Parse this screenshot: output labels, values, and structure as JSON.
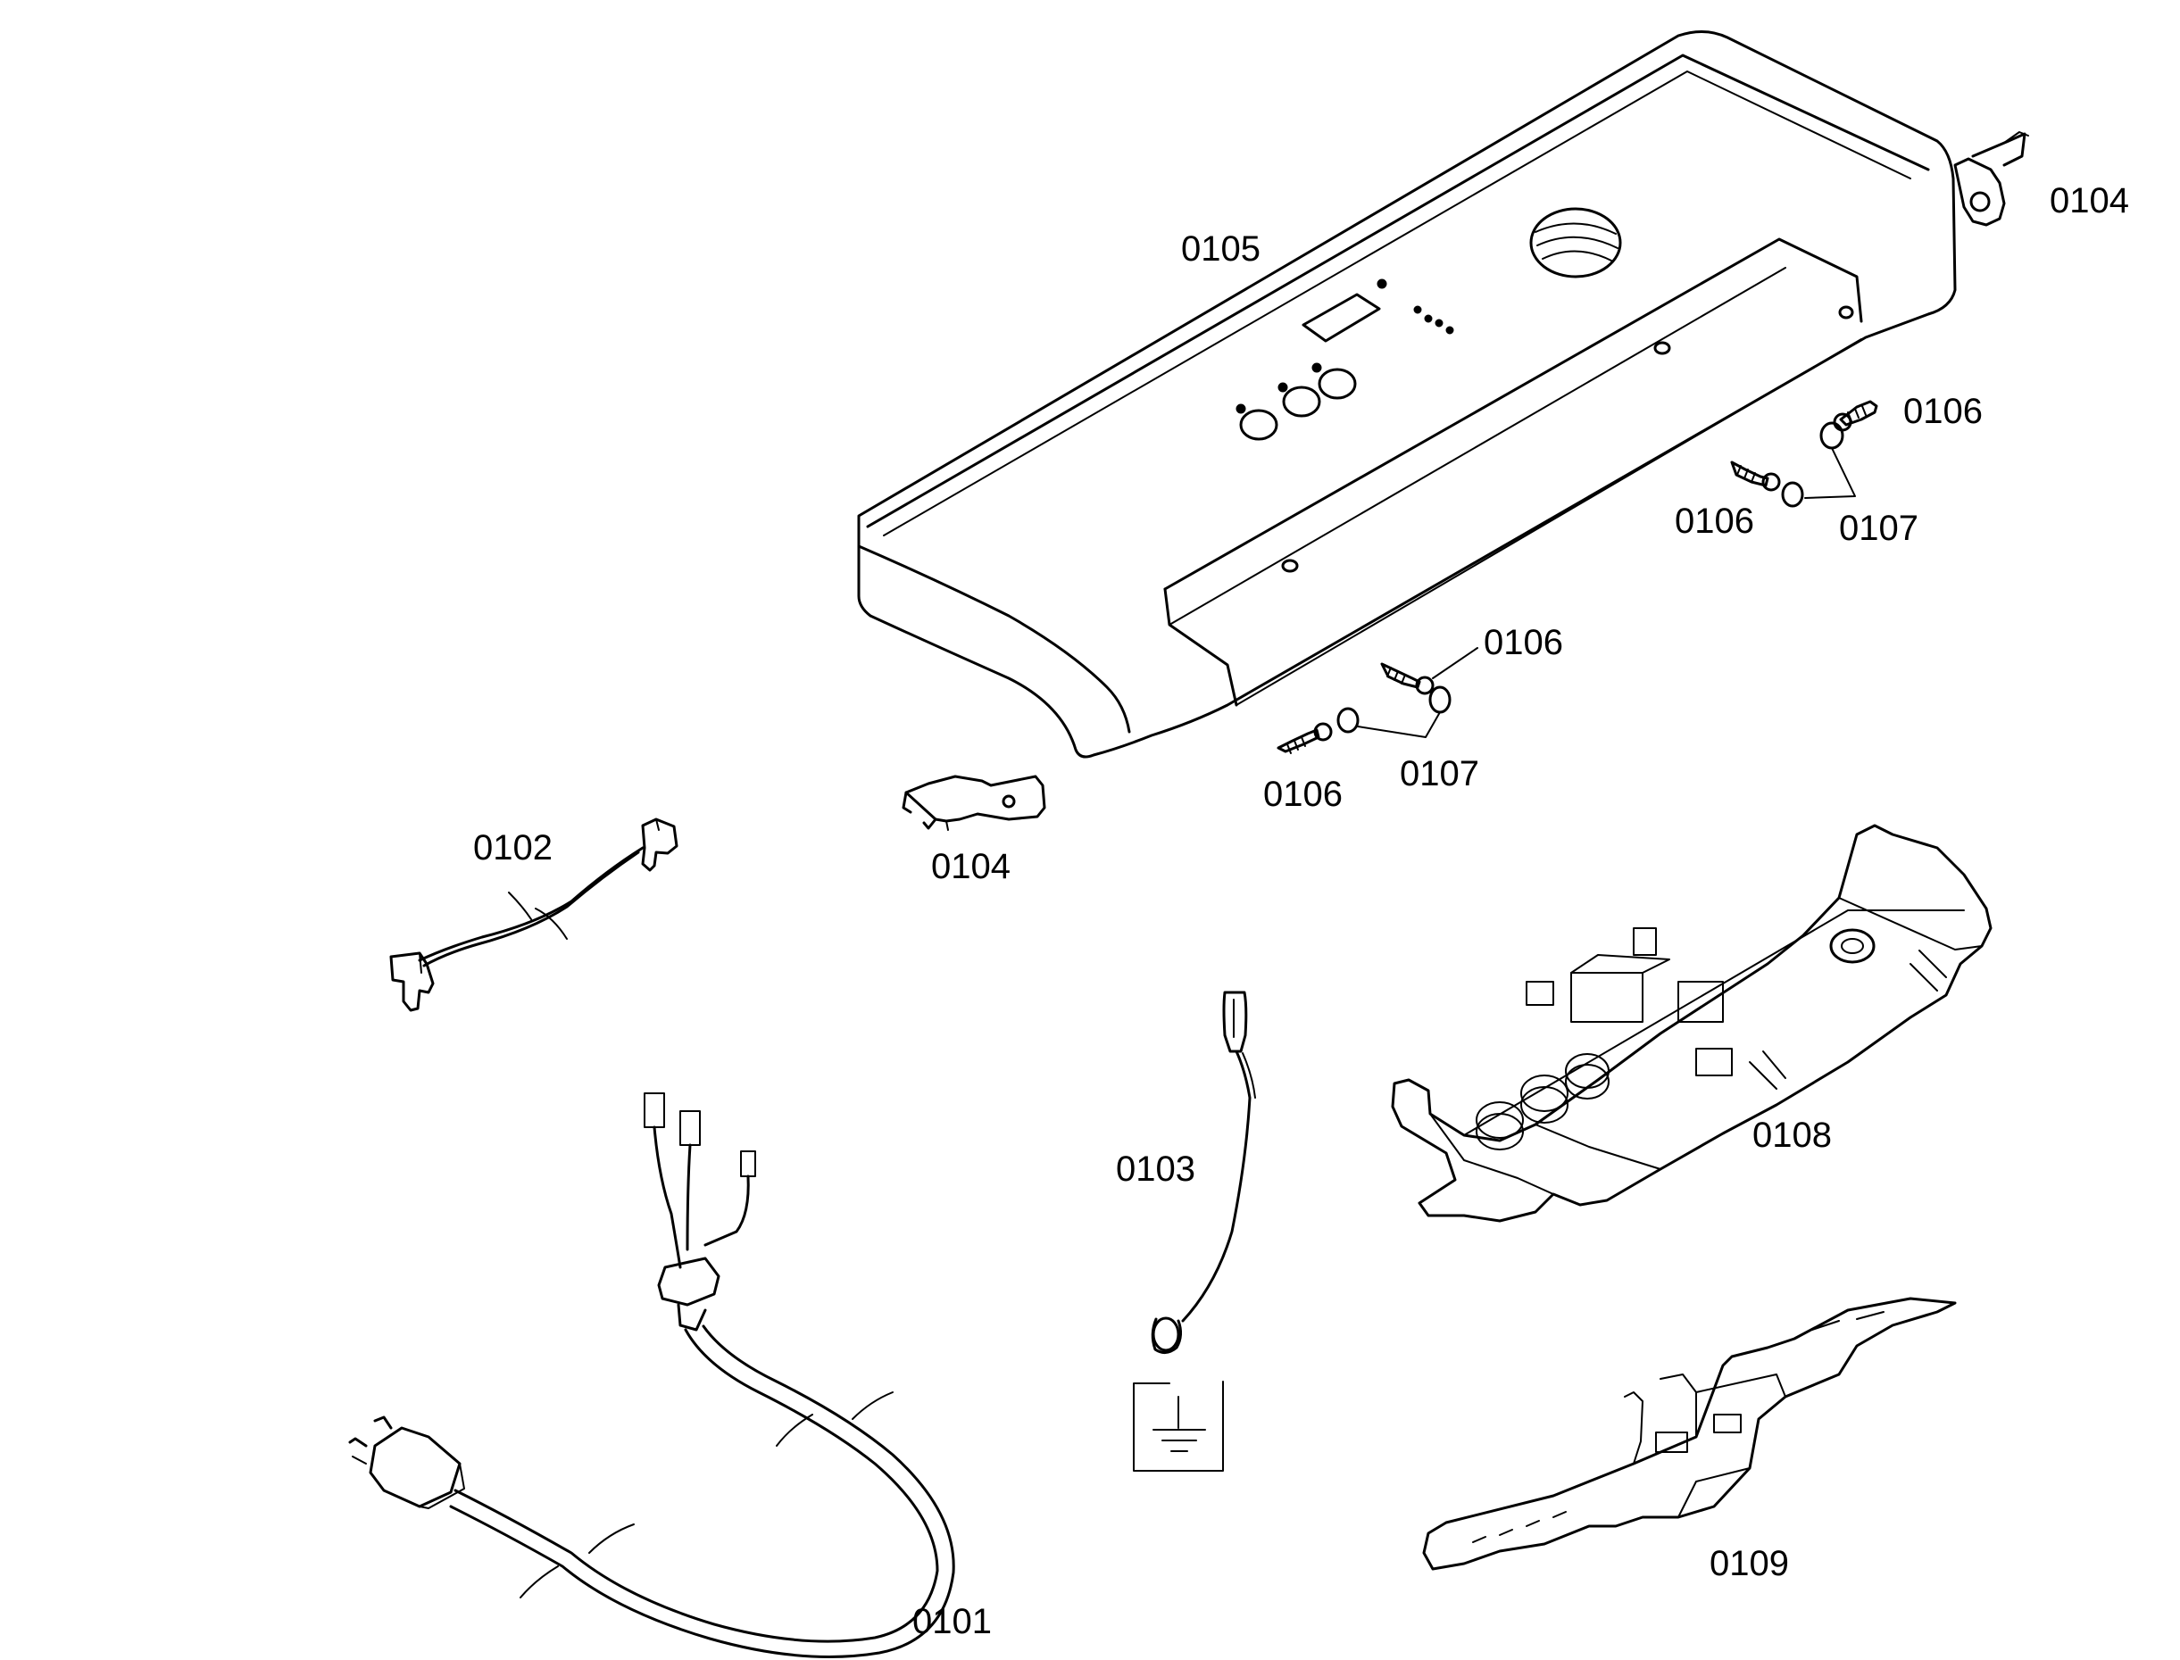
{
  "labels": {
    "control_panel": "0105",
    "end_cap_right": "0104",
    "end_cap_left": "0104",
    "screw_1": "0106",
    "screw_2": "0106",
    "screw_3": "0106",
    "screw_4": "0106",
    "washer_1": "0107",
    "washer_2": "0107",
    "cable_harness": "0102",
    "ground_wire": "0103",
    "control_module": "0108",
    "power_cord": "0101",
    "mounting_bracket": "0109"
  },
  "icons": {
    "ground_symbol": "ground-symbol-icon"
  }
}
